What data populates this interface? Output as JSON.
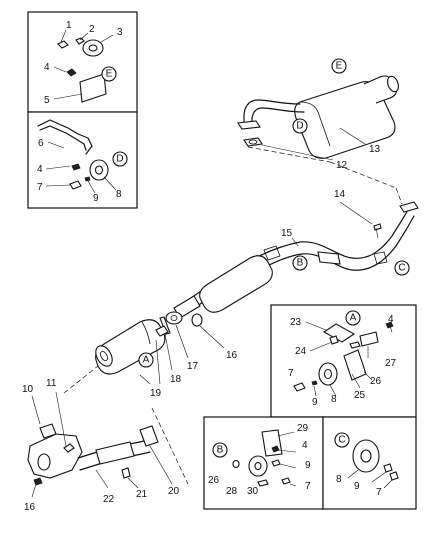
{
  "callouts": [
    {
      "id": "c1",
      "text": "1"
    },
    {
      "id": "c2",
      "text": "2"
    },
    {
      "id": "c3",
      "text": "3"
    },
    {
      "id": "c4a",
      "text": "4"
    },
    {
      "id": "c5",
      "text": "5"
    },
    {
      "id": "c6",
      "text": "6"
    },
    {
      "id": "c4b",
      "text": "4"
    },
    {
      "id": "c7a",
      "text": "7"
    },
    {
      "id": "c9a",
      "text": "9"
    },
    {
      "id": "c8a",
      "text": "8"
    },
    {
      "id": "c13",
      "text": "13"
    },
    {
      "id": "c12",
      "text": "12"
    },
    {
      "id": "c14",
      "text": "14"
    },
    {
      "id": "c15",
      "text": "15"
    },
    {
      "id": "c16a",
      "text": "16"
    },
    {
      "id": "c17",
      "text": "17"
    },
    {
      "id": "c18",
      "text": "18"
    },
    {
      "id": "c19",
      "text": "19"
    },
    {
      "id": "c10",
      "text": "10"
    },
    {
      "id": "c11",
      "text": "11"
    },
    {
      "id": "c16b",
      "text": "16"
    },
    {
      "id": "c22",
      "text": "22"
    },
    {
      "id": "c21",
      "text": "21"
    },
    {
      "id": "c20",
      "text": "20"
    },
    {
      "id": "c23",
      "text": "23"
    },
    {
      "id": "c4c",
      "text": "4"
    },
    {
      "id": "c24",
      "text": "24"
    },
    {
      "id": "c27",
      "text": "27"
    },
    {
      "id": "c7b",
      "text": "7"
    },
    {
      "id": "c25",
      "text": "25"
    },
    {
      "id": "c26a",
      "text": "26"
    },
    {
      "id": "c9b",
      "text": "9"
    },
    {
      "id": "c8b",
      "text": "8"
    },
    {
      "id": "c29",
      "text": "29"
    },
    {
      "id": "c4d",
      "text": "4"
    },
    {
      "id": "c26b",
      "text": "26"
    },
    {
      "id": "c28",
      "text": "28"
    },
    {
      "id": "c9c",
      "text": "9"
    },
    {
      "id": "c30",
      "text": "30"
    },
    {
      "id": "c7c",
      "text": "7"
    },
    {
      "id": "c8c",
      "text": "8"
    },
    {
      "id": "c9d",
      "text": "9"
    },
    {
      "id": "c7d",
      "text": "7"
    }
  ],
  "refs": [
    {
      "id": "rE1",
      "text": "E"
    },
    {
      "id": "rD1",
      "text": "D"
    },
    {
      "id": "rE2",
      "text": "E"
    },
    {
      "id": "rD2",
      "text": "D"
    },
    {
      "id": "rB1",
      "text": "B"
    },
    {
      "id": "rC1",
      "text": "C"
    },
    {
      "id": "rA1",
      "text": "A"
    },
    {
      "id": "rA2",
      "text": "A"
    },
    {
      "id": "rB2",
      "text": "B"
    },
    {
      "id": "rC2",
      "text": "C"
    }
  ]
}
